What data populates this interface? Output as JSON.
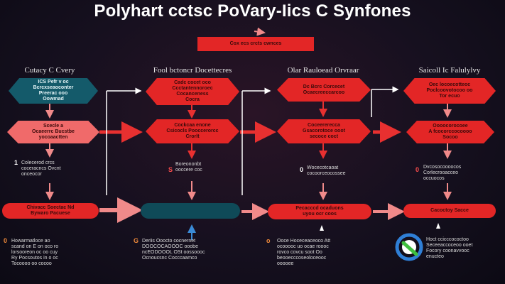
{
  "title": "Polyhart cctsc PoVary-Iics C Synfones",
  "top_box": "Cox ecs crcts cwnces",
  "columns": [
    {
      "heading": "Cutacy C Cvery",
      "box1": "ICS Pefr v oc\nBcrcxseaoconter\nPreerac ooo\nOowmad",
      "box2": "Scecle a\nOcaeerrc Bucstbe\nyocoaactten",
      "note_num": "1",
      "note": "Colecerod crcs\ncoceracncs Ovcnt\nonceocor",
      "bottom": "Chivacc Soectac Nd\nBywaro Pacuese",
      "foot_num": "0",
      "foot": "Howarmatloce ao\nscand on E on oco ro\nlorsooreon oc oo cuy\nRy Pocsoutos in o oc\nTocoooo oo cocoo"
    },
    {
      "heading": "Fool bctoncr Docettecres",
      "box1": "Cadc cocet oco\nCcctantennoroec\nCocanceness\nCocra",
      "box2": "Cockcaa enone\nCsicocls Pooccerorcc\nCrorlt",
      "note_num": "S",
      "note": "Boreononbt\nooccere coc",
      "bottom": "",
      "foot_num": "G",
      "foot": "Deriis Ooocto cocnernet\nDOOCOCAOOOC ooobe\nncEODOOOL OSt oossoooc\nOcnoucsnc Cocccaamco"
    },
    {
      "heading": "Olar Rauloead Orvraar",
      "box1": "Dc Bcrc Corcecet\nOcaecreeccarcoo",
      "box2": "Coceererecca\nGsacorotoce ooot\nsecoce coct",
      "note_num": "0",
      "note": "Wocecotcaoat\ncocoorceocossee",
      "bottom": "Pecacccd ocaduons\nuyou ocr coos",
      "foot_num": "o",
      "foot": "Ooce Hoceceaceoco Att\nocooooc uo ocae roooc\nrovco covcu soot Oo\nbeooecccoseoloceooc\nooooee"
    },
    {
      "heading": "Saicoll Ic Falulylvy",
      "box1": "Oec locoecotteoc\nPoclcoovotocoo oo\nTor ecuo",
      "box2": "Oooocorocoee\nA fcocorccocoooo\nSocoo",
      "note_num": "0",
      "note": "Dvcosocoooocos\nCorlecrooacceo\noccuocos",
      "bottom": "Cacoctoy Sacce",
      "foot_num": "",
      "foot": "Hoct ccicccococtoo\nSeceeaccoceoo ooet\nFocory coonavvooc\nenucteo"
    }
  ],
  "colors": {
    "red": "#e32626",
    "pink": "#f06a6a",
    "teal": "#145a6a",
    "arrow_red": "#e83030",
    "arrow_pink": "#f08a8a",
    "line_white": "#ffffff"
  },
  "icons": {
    "logo": "circular-logo-mark"
  }
}
